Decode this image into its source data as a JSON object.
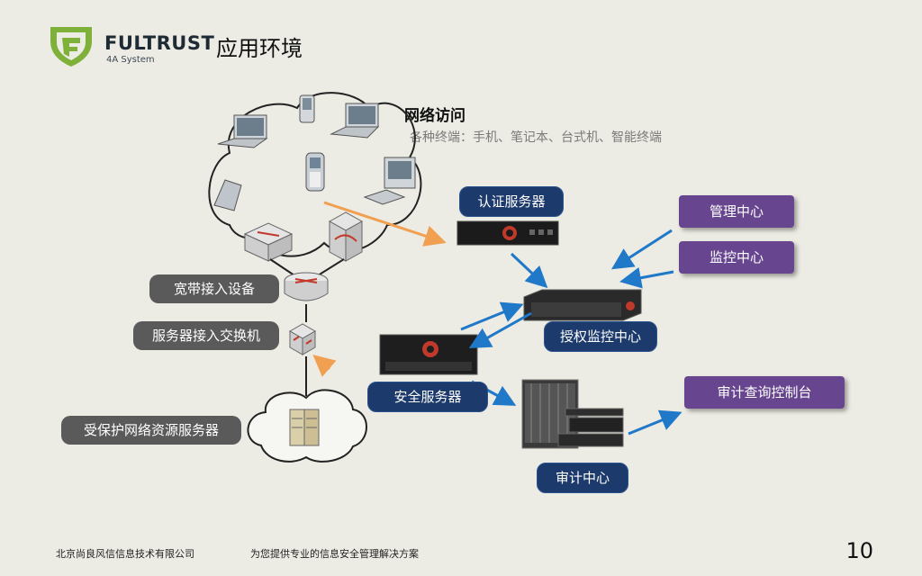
{
  "header": {
    "brand": "FULTRUST",
    "brand_sub": "4A System",
    "title": "应用环境"
  },
  "access": {
    "title": "网络访问",
    "subtitle": "各种终端：手机、笔记本、台式机、智能终端"
  },
  "labels": {
    "broadband": "宽带接入设备",
    "server_switch": "服务器接入交换机",
    "protected": "受保护网络资源服务器",
    "auth_server": "认证服务器",
    "authorize": "授权监控中心",
    "security": "安全服务器",
    "audit": "审计中心",
    "management": "管理中心",
    "monitoring": "监控中心",
    "audit_console": "审计查询控制台"
  },
  "footer": {
    "company": "北京尚良风信信息技术有限公司",
    "slogan": "为您提供专业的信息安全管理解决方案",
    "page": "10"
  },
  "colors": {
    "brand_green": "#7fb03a",
    "arrow_blue": "#1f78c8",
    "arrow_orange": "#f0a050",
    "pill_navy": "#1c3a6b",
    "pill_purple": "#67458f",
    "pill_gray": "#5a5a5a"
  }
}
